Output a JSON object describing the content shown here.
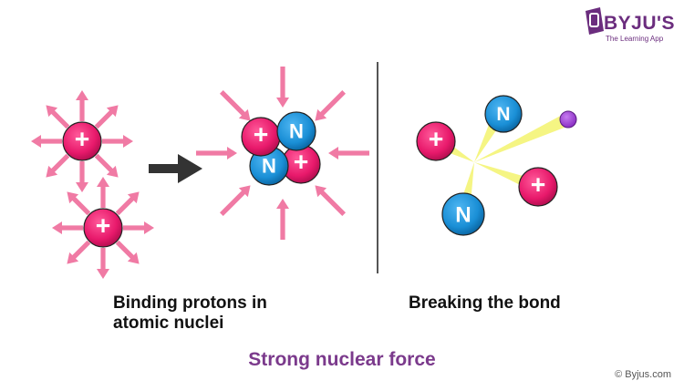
{
  "brand": {
    "name": "BYJU'S",
    "tagline": "The Learning App",
    "copyright": "© Byjus.com"
  },
  "colors": {
    "proton": "#e8196b",
    "neutron": "#1a8fd6",
    "arrow": "#f07aa4",
    "particle": "#9b37d6",
    "burst": "#f2f25a",
    "title": "#7b3a8c"
  },
  "symbols": {
    "proton": "+",
    "neutron": "N"
  },
  "captions": {
    "binding_line1": "Binding protons in",
    "binding_line2": "atomic nuclei",
    "breaking": "Breaking the bond"
  },
  "title": "Strong nuclear force"
}
